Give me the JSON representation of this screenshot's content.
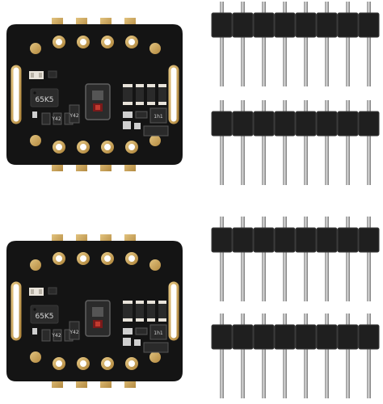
{
  "scene": {
    "modules": [
      {
        "id": "module-top",
        "chip_label": "65K5",
        "marking_left": "Y42",
        "marking_right": "Y42",
        "marking_small": "1h1"
      },
      {
        "id": "module-bottom",
        "chip_label": "65K5",
        "marking_left": "Y42",
        "marking_right": "Y42",
        "marking_small": "1h1"
      }
    ],
    "header_strips": 4,
    "pins_per_strip": 8,
    "colors": {
      "pcb": "#141414",
      "gold": "#c9a35a",
      "pin": "#a9a9a9",
      "plastic": "#1f1f1f"
    }
  }
}
